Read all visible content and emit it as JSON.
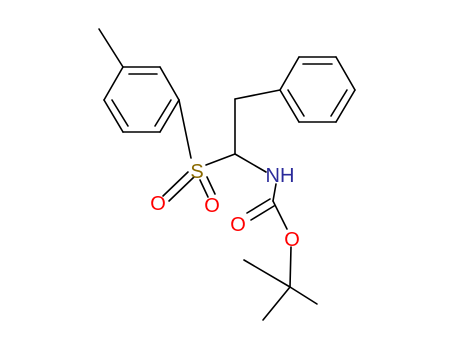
{
  "colors": {
    "background": "#ffffff",
    "bond": "#000000",
    "sulfur": "#8a6a00",
    "oxygen": "#ff0000",
    "nitrogen": "#2a2a9a"
  },
  "atoms": {
    "sulfur": "S",
    "sulfonyl_oxygen_1": "O",
    "sulfonyl_oxygen_2": "O",
    "amine_nitrogen": "NH",
    "carbonyl_oxygen": "O",
    "ester_oxygen": "O"
  }
}
